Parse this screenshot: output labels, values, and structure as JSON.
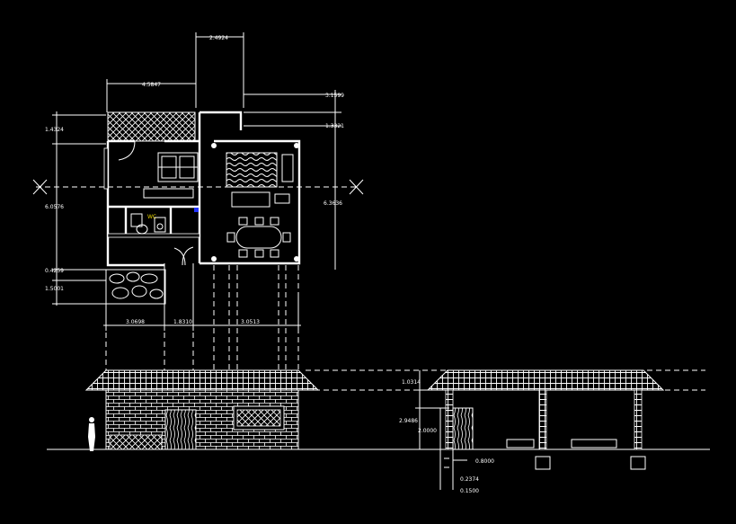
{
  "colors": {
    "background": "#000000",
    "lines": "#ffffff",
    "accent_yellow": "#e8d400",
    "accent_blue": "#2233ff"
  },
  "plan": {
    "dimensions": {
      "top_width": "2.4924",
      "left_width": "4.5847",
      "right_top_1": "3.1599",
      "right_top_2": "1.3321",
      "left_upper": "1.4324",
      "left_mid": "6.0576",
      "right_mid": "6.3636",
      "left_low_1": "0.4259",
      "left_low_2": "1.5001",
      "bottom_1": "3.0698",
      "bottom_2": "1.8310",
      "bottom_3": "3.0513"
    },
    "wc_label": "WC"
  },
  "elevation": {
    "dimensions": {
      "roof_height": "1.0314",
      "wall_height": "2.9486",
      "door_height": "2.0000",
      "footing_1": "0.8000",
      "footing_2": "0.2374",
      "footing_3": "0.1500"
    }
  }
}
